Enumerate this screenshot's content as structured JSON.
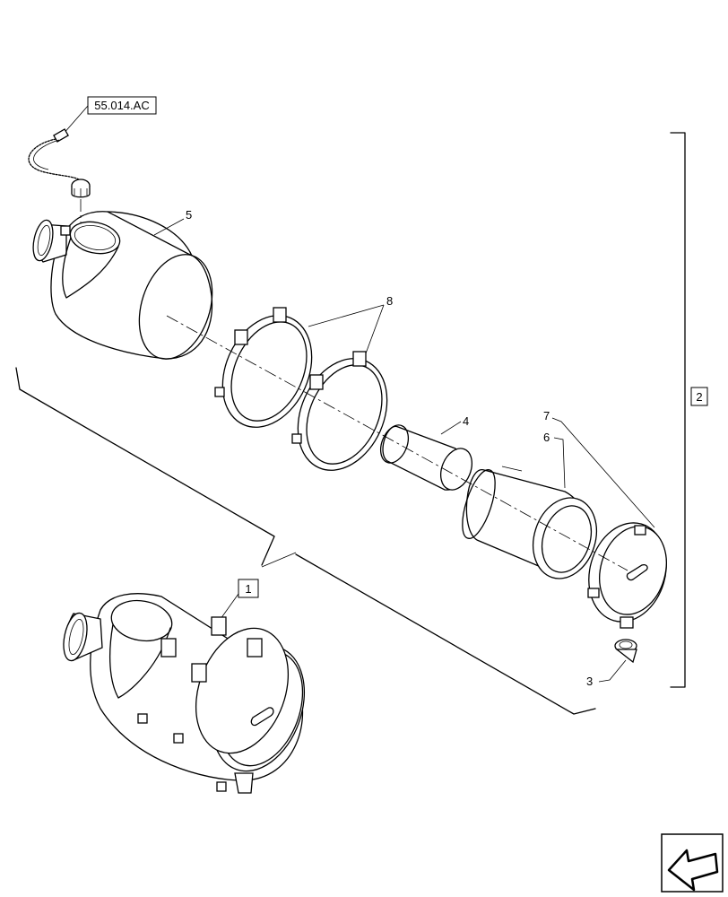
{
  "reference_label": "55.014.AC",
  "callouts": {
    "c1": "1",
    "c2": "2",
    "c3": "3",
    "c4": "4",
    "c5": "5",
    "c6": "6",
    "c7": "7",
    "c8": "8"
  },
  "nav_icon": "next-page-arrow-icon"
}
